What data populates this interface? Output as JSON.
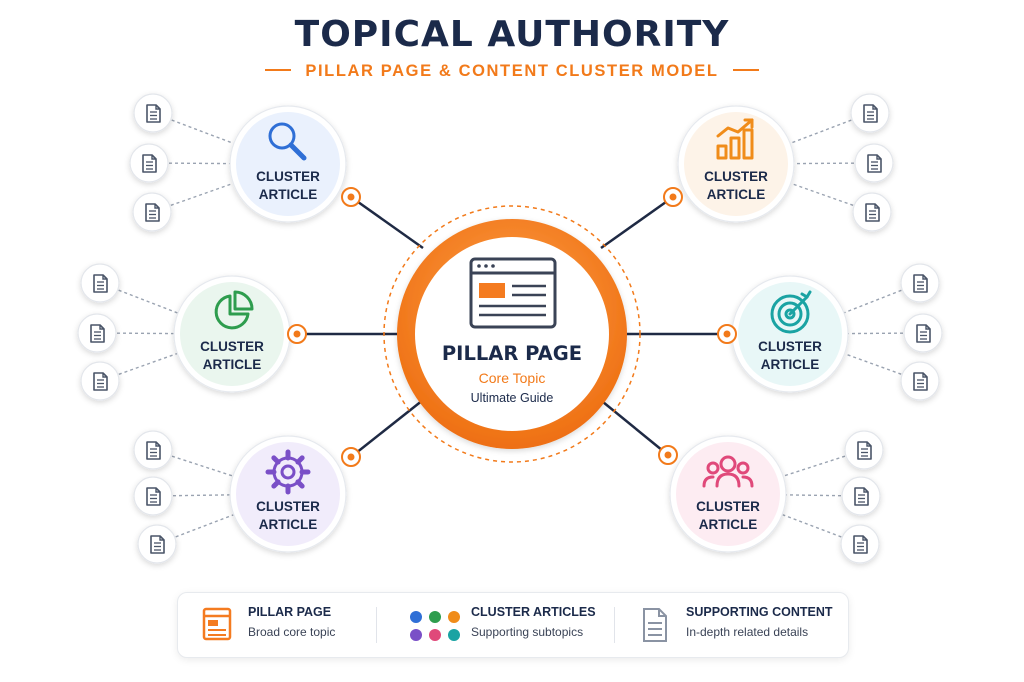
{
  "header": {
    "title": "TOPICAL AUTHORITY",
    "subtitle": "PILLAR PAGE & CONTENT CLUSTER MODEL"
  },
  "pillar": {
    "title": "PILLAR PAGE",
    "topic": "Core Topic",
    "guide": "Ultimate Guide",
    "color": "#f47b20",
    "icon": "browser-window-icon"
  },
  "clusters": [
    {
      "line1": "CLUSTER",
      "line2": "ARTICLE",
      "icon": "magnifier-icon",
      "color": "#2f6fd6",
      "tint": "#eaf1fd"
    },
    {
      "line1": "CLUSTER",
      "line2": "ARTICLE",
      "icon": "pie-chart-icon",
      "color": "#2e9d4e",
      "tint": "#eaf6ee"
    },
    {
      "line1": "CLUSTER",
      "line2": "ARTICLE",
      "icon": "gear-icon",
      "color": "#7a4fc7",
      "tint": "#f1ecfb"
    },
    {
      "line1": "CLUSTER",
      "line2": "ARTICLE",
      "icon": "growth-chart-icon",
      "color": "#f08c1a",
      "tint": "#fdf3e8"
    },
    {
      "line1": "CLUSTER",
      "line2": "ARTICLE",
      "icon": "target-icon",
      "color": "#1aa3a3",
      "tint": "#e8f7f7"
    },
    {
      "line1": "CLUSTER",
      "line2": "ARTICLE",
      "icon": "users-icon",
      "color": "#e0497a",
      "tint": "#fdecf2"
    }
  ],
  "legend": {
    "pillar": {
      "title": "PILLAR PAGE",
      "desc": "Broad core topic"
    },
    "clusters": {
      "title": "CLUSTER ARTICLES",
      "desc": "Supporting subtopics"
    },
    "supporting": {
      "title": "SUPPORTING CONTENT",
      "desc": "In-depth related details"
    },
    "dot_colors": [
      "#2f6fd6",
      "#2e9d4e",
      "#f08c1a",
      "#7a4fc7",
      "#e0497a",
      "#1aa3a3"
    ]
  },
  "colors": {
    "navy": "#1b2a4a",
    "accent": "#f27a1a",
    "connector": "#1f2a44",
    "doc": "#4a5568"
  }
}
